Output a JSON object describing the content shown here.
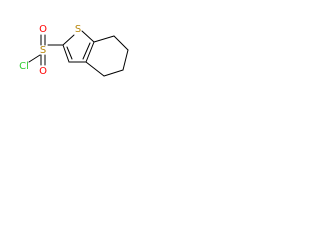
{
  "molecule": {
    "atoms": {
      "cl": {
        "symbol": "Cl",
        "color": "#32cd32"
      },
      "s_sulfonyl": {
        "symbol": "S",
        "color": "#b8860b"
      },
      "o_top": {
        "symbol": "O",
        "color": "#ff0000"
      },
      "o_bottom": {
        "symbol": "O",
        "color": "#ff0000"
      },
      "s_ring": {
        "symbol": "S",
        "color": "#b8860b"
      }
    },
    "bond_color": "#000000",
    "background": "#ffffff"
  }
}
